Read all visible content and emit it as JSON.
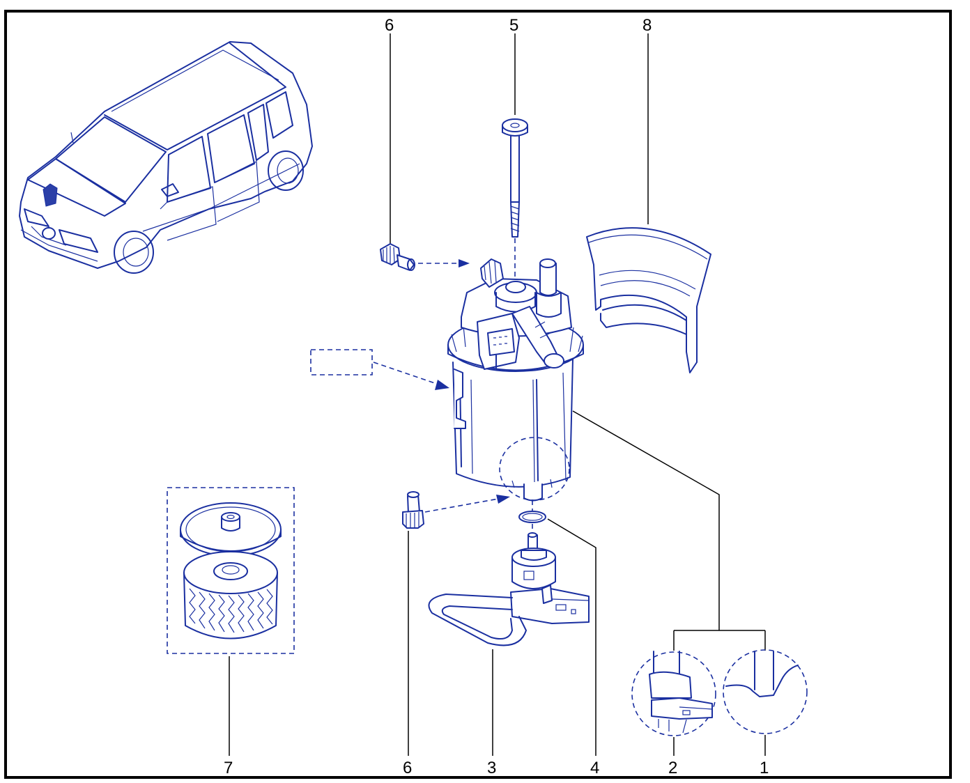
{
  "callouts": {
    "c1": "1",
    "c2": "2",
    "c3": "3",
    "c4": "4",
    "c5": "5",
    "c6_top": "6",
    "c6_bottom": "6",
    "c7": "7",
    "c8": "8"
  },
  "colors": {
    "ink": "#1a2fa0",
    "leader": "#000000",
    "frame": "#000000",
    "badge": "#2b3fa8"
  }
}
